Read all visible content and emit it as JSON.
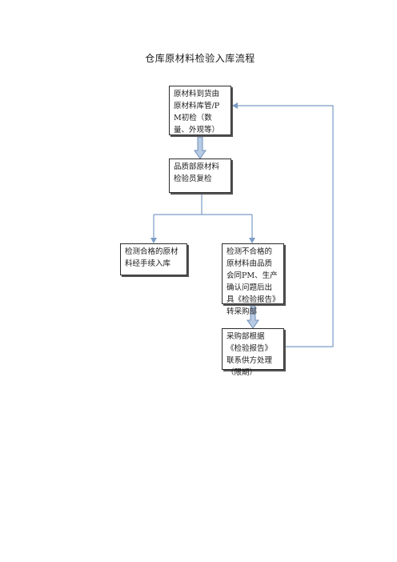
{
  "title": "仓库原材料检验入库流程",
  "nodes": {
    "receive_check": "原材料到货由原材料库管/PM初检（数量、外观等）",
    "qa_recheck": "品质部原材料检验员复检",
    "pass_storage": "检测合格的原材料经手续入库",
    "fail_report": "检测不合格的原材料由品质会同PM、生产确认问题后出具《检验报告》转采购部",
    "purchase_handle": "采购部根据《检验报告》联系供方处理（限期）"
  },
  "colors": {
    "connector": "#7a9cc6",
    "arrow_fill": "#b8cbe4",
    "arrow_stroke": "#6f8fb8",
    "box_border": "#2b2b2b"
  }
}
